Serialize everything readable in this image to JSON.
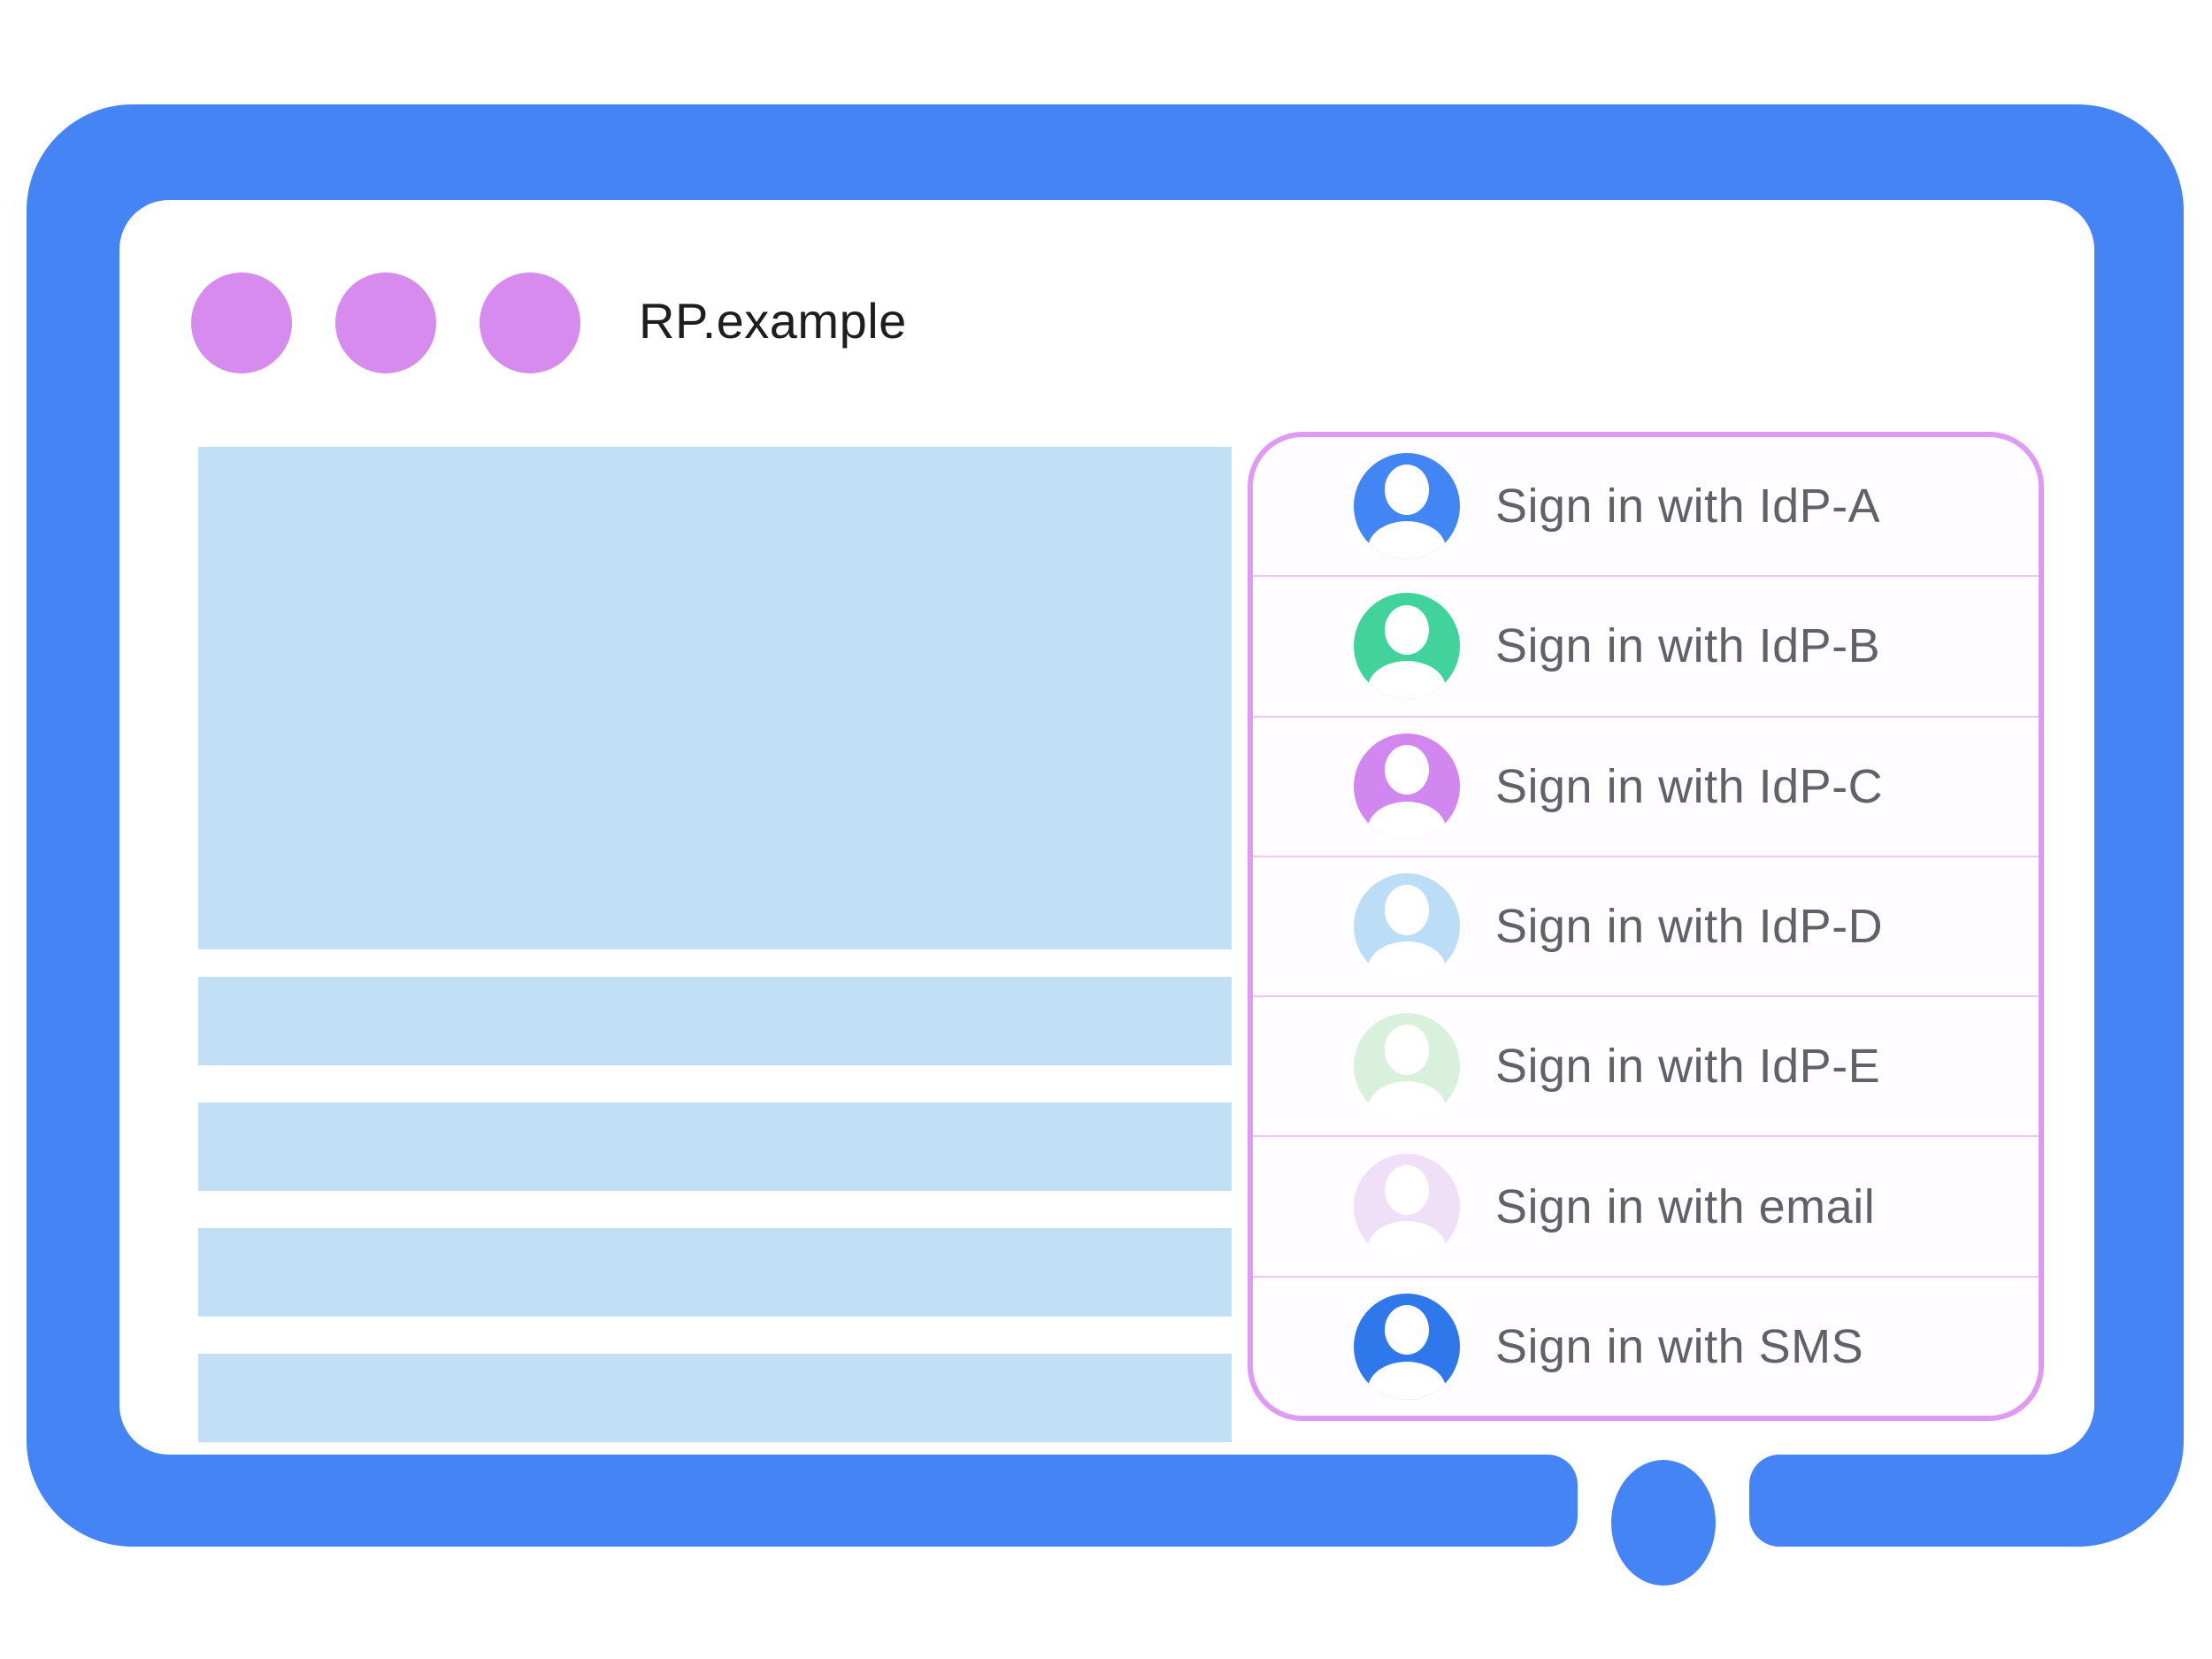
{
  "window": {
    "title": "RP.example",
    "controls": {
      "icon": "window-dot-icon",
      "count": 3,
      "color": "#D78BEF"
    }
  },
  "theme": {
    "frame_blue": "#4584F5",
    "screen_white": "#FFFFFF",
    "placeholder_blue": "#C1E0F5",
    "panel_border_purple": "#DF9AF3",
    "separator_pink": "#EFC6F3",
    "label_gray": "#5F6368",
    "title_black": "#1E1E1E"
  },
  "content": {
    "hero_placeholder": "hero-image-placeholder",
    "text_line_placeholders": 4
  },
  "sign_in_panel": {
    "avatar_icon": "person-icon",
    "options": [
      {
        "id": "idp-a",
        "label": "Sign in with IdP-A",
        "avatar_color": "#4285F4"
      },
      {
        "id": "idp-b",
        "label": "Sign in with IdP-B",
        "avatar_color": "#41D39B"
      },
      {
        "id": "idp-c",
        "label": "Sign in with IdP-C",
        "avatar_color": "#D287F0"
      },
      {
        "id": "idp-d",
        "label": "Sign in with IdP-D",
        "avatar_color": "#BCDDF6"
      },
      {
        "id": "idp-e",
        "label": "Sign in with IdP-E",
        "avatar_color": "#D9F1DC"
      },
      {
        "id": "email",
        "label": "Sign in with email",
        "avatar_color": "#EFE0F8"
      },
      {
        "id": "sms",
        "label": "Sign in with SMS",
        "avatar_color": "#2F78EC"
      }
    ]
  },
  "home_button": {
    "icon": "home-button-oval-icon",
    "color": "#4584F5"
  }
}
